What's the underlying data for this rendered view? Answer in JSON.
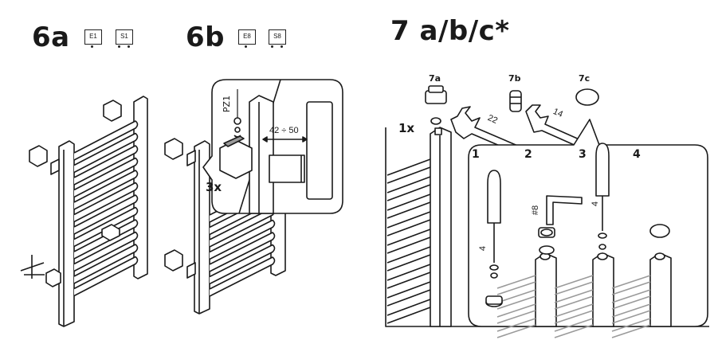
{
  "steps": {
    "s6a": {
      "title": "6a",
      "box1": "E1",
      "box2": "S1"
    },
    "s6b": {
      "title": "6b",
      "box1": "E8",
      "box2": "S8",
      "screw": "PZ1",
      "dimension": "42 ÷ 50",
      "qty": "3x"
    },
    "s7": {
      "title": "7 a/b/c*",
      "part_a": "7a",
      "part_b": "7b",
      "part_c": "7c",
      "qty": "1x",
      "wrench1": "22",
      "wrench2": "14",
      "sub": [
        "1",
        "2",
        "3",
        "4"
      ],
      "hex": "#8",
      "tool_size_1": "4",
      "tool_size_3": "4"
    }
  },
  "colors": {
    "line": "#1a1a1a",
    "fill": "#ffffff",
    "shade": "#9a9a9a"
  }
}
